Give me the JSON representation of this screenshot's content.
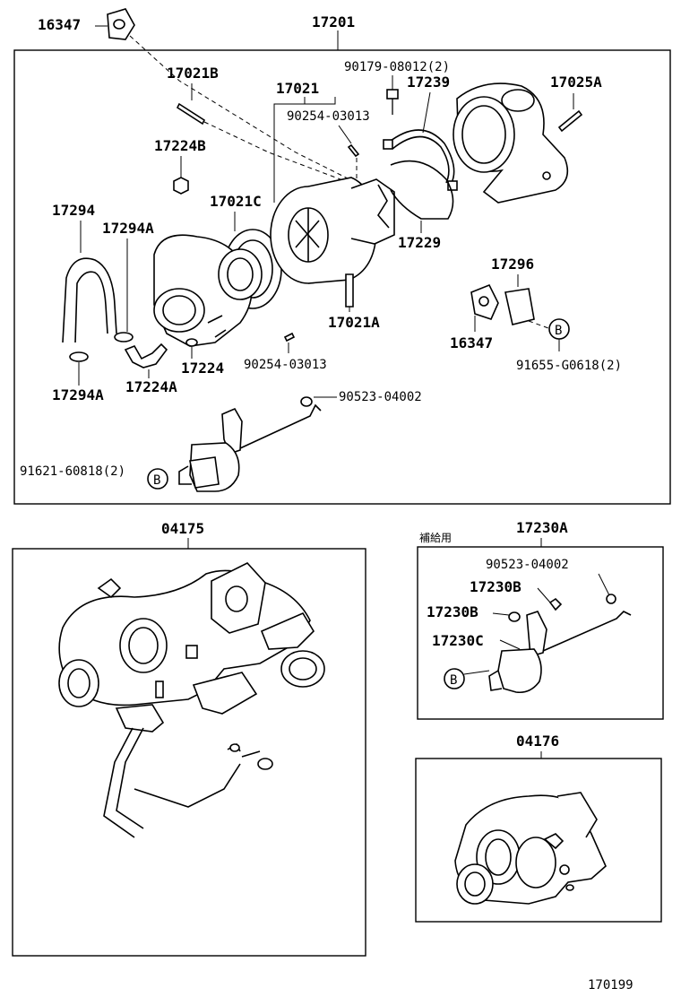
{
  "diagram": {
    "labels": {
      "p16347_top": "16347",
      "p17201": "17201",
      "p17021B": "17021B",
      "p90179": "90179-08012(2)",
      "p17021": "17021",
      "p17239": "17239",
      "p17025A": "17025A",
      "p90254_top": "90254-03013",
      "p17224B": "17224B",
      "p17021C": "17021C",
      "p17294": "17294",
      "p17294A": "17294A",
      "p17229": "17229",
      "p17296": "17296",
      "p17021A": "17021A",
      "p16347_right": "16347",
      "p17224": "17224",
      "p90254_bot": "90254-03013",
      "p91655": "91655-G0618(2)",
      "p17294A_bot": "17294A",
      "p17224A": "17224A",
      "p90523_top": "90523-04002",
      "p91621": "91621-60818(2)",
      "ref_B_1": "B",
      "ref_B_2": "B",
      "ref_B_3": "B",
      "p04175": "04175",
      "p17230A": "17230A",
      "note_supply": "補給用",
      "p90523_right": "90523-04002",
      "p17230B_a": "17230B",
      "p17230B_b": "17230B",
      "p17230C": "17230C",
      "p04176": "04176",
      "fig_id": "170199"
    }
  }
}
